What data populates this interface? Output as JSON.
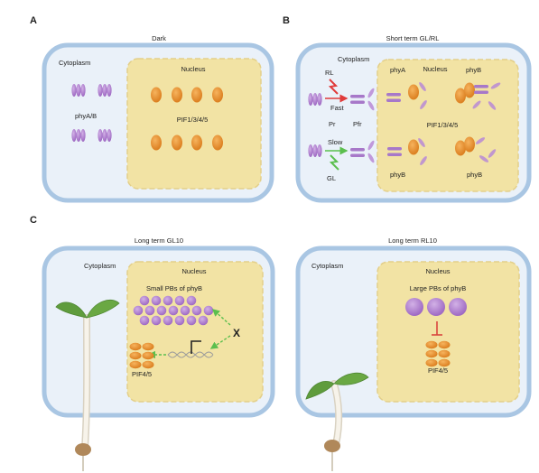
{
  "panels": {
    "A": {
      "letter": "A",
      "title": "Dark",
      "cytoplasm": "Cytoplasm",
      "nucleus": "Nucleus",
      "phy_label": "phyA/B",
      "pif_label": "PIF1/3/4/5"
    },
    "B": {
      "letter": "B",
      "title": "Short term GL/RL",
      "cytoplasm": "Cytoplasm",
      "nucleus": "Nucleus",
      "rl": "RL",
      "fast": "Fast",
      "pr": "Pr",
      "pfr": "Pfr",
      "slow": "Slow",
      "gl": "GL",
      "phyA": "phyA",
      "phyB_top": "phyB",
      "pif_label": "PIF1/3/4/5",
      "phyB_bottom_left": "phyB",
      "phyB_bottom_right": "phyB"
    },
    "C": {
      "letter": "C",
      "left": {
        "title": "Long term GL10",
        "cytoplasm": "Cytoplasm",
        "nucleus": "Nucleus",
        "pbs_label": "Small PBs of phyB",
        "x_mark": "X",
        "pif_label": "PIF4/5"
      },
      "right": {
        "title": "Long term RL10",
        "cytoplasm": "Cytoplasm",
        "nucleus": "Nucleus",
        "pbs_label": "Large PBs of phyB",
        "pif_label": "PIF4/5"
      }
    }
  },
  "colors": {
    "cell_wall": "#a9c6e3",
    "cytoplasm_fill": "#eaf1f9",
    "nucleus_fill": "#f2e3a4",
    "nucleus_border": "#e3cf8a",
    "phy_purple": "#a778c9",
    "pif_orange": "#e08a28",
    "red_light": "#e03b3b",
    "green_light": "#5bbf4e",
    "inhibit_red": "#d9453d",
    "leaf_green": "#5f9c3d",
    "stem": "#efeadf",
    "seed": "#b0885a"
  }
}
